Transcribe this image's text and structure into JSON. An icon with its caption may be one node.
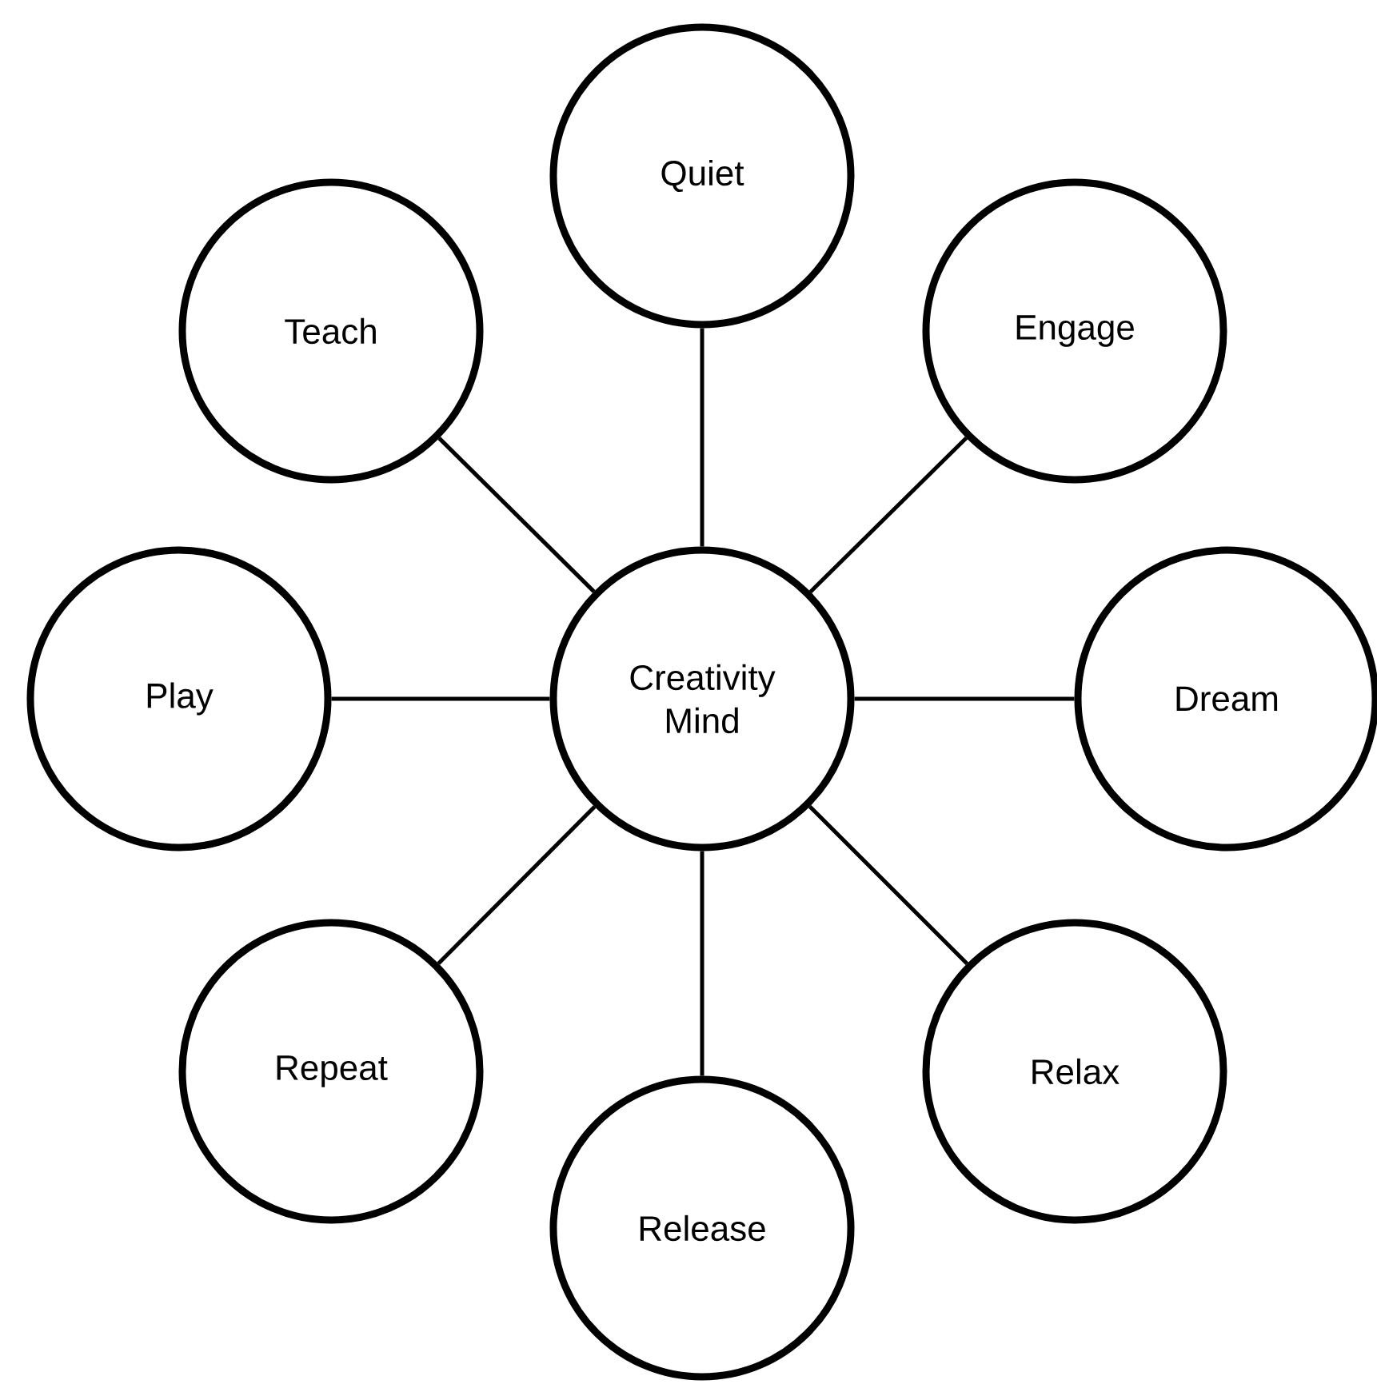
{
  "diagram": {
    "nodes": [
      {
        "text": [
          "Creativity Mind"
        ]
      },
      {
        "text": [
          "Quiet"
        ]
      },
      {
        "text": [
          "Engage"
        ]
      },
      {
        "text": [
          "Dream"
        ]
      },
      {
        "text": [
          "Relax"
        ]
      },
      {
        "text": [
          "Release"
        ]
      },
      {
        "text": [
          "Repeat"
        ]
      },
      {
        "text": [
          "Play"
        ]
      },
      {
        "text": [
          "Teach"
        ]
      }
    ],
    "edges": [
      {
        "from": 0,
        "to": 1,
        "arrow": "none"
      },
      {
        "from": 0,
        "to": 2,
        "arrow": "none"
      },
      {
        "from": 0,
        "to": 3,
        "arrow": "none"
      },
      {
        "from": 0,
        "to": 4,
        "arrow": "none"
      },
      {
        "from": 0,
        "to": 5,
        "arrow": "none"
      },
      {
        "from": 0,
        "to": 6,
        "arrow": "none"
      },
      {
        "from": 0,
        "to": 7,
        "arrow": "none"
      },
      {
        "from": 0,
        "to": 8,
        "arrow": "none"
      }
    ]
  }
}
